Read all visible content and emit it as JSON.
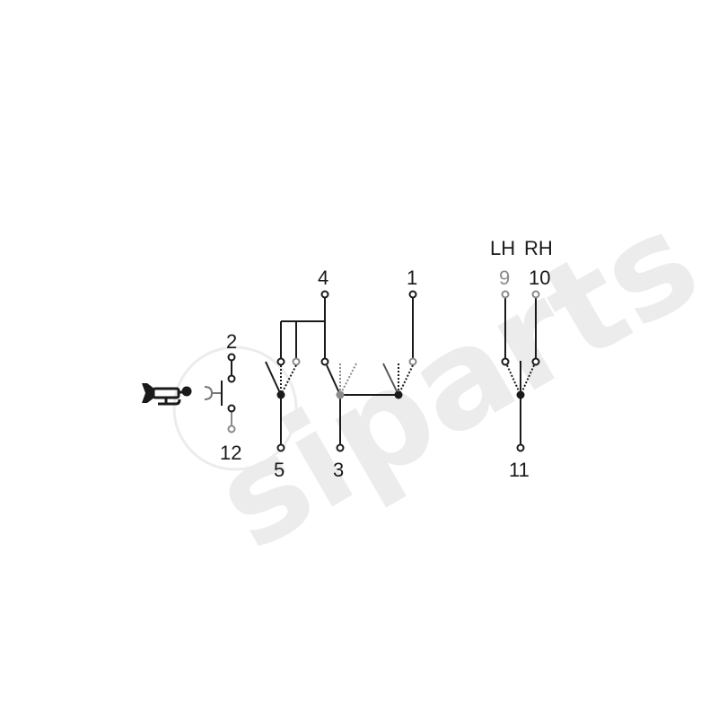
{
  "diagram": {
    "type": "switch-wiring-schematic",
    "watermark": "siparts",
    "colors": {
      "background": "#ffffff",
      "line": "#1a1a1a",
      "line_secondary": "#8a8a8a",
      "watermark": "#ececec"
    },
    "side_labels": {
      "left": "LH",
      "right": "RH"
    },
    "terminals": [
      {
        "id": "1",
        "label": "1"
      },
      {
        "id": "2",
        "label": "2"
      },
      {
        "id": "3",
        "label": "3"
      },
      {
        "id": "4",
        "label": "4"
      },
      {
        "id": "5",
        "label": "5"
      },
      {
        "id": "9",
        "label": "9"
      },
      {
        "id": "10",
        "label": "10"
      },
      {
        "id": "11",
        "label": "11"
      },
      {
        "id": "12",
        "label": "12"
      }
    ],
    "symbols": {
      "horn": "horn-icon",
      "pushbutton": "pushbutton-contact"
    }
  }
}
